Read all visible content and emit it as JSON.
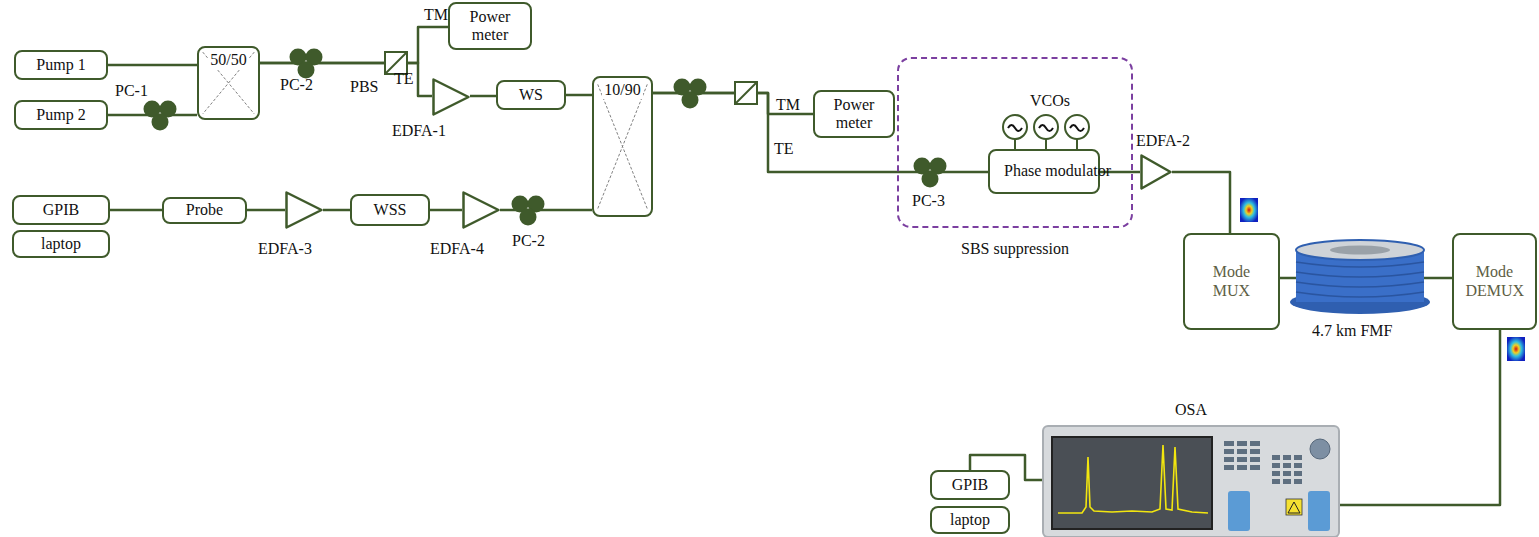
{
  "diagram": {
    "nodes": [
      {
        "text": [
          "Pump 1"
        ]
      },
      {
        "text": [
          "Pump 2"
        ]
      },
      {
        "text": [
          "50/50"
        ]
      },
      {
        "text": [
          "Power meter"
        ]
      },
      {
        "text": [
          "EDFA-1"
        ]
      },
      {
        "text": [
          "WS"
        ]
      },
      {
        "text": [
          "10/90"
        ]
      },
      {
        "text": [
          "Power meter"
        ]
      },
      {
        "text": [
          "SBS suppression"
        ]
      },
      {
        "text": [
          "Phase modulator"
        ],
        "in": 8
      },
      {
        "text": [
          "EDFA-2"
        ]
      },
      {
        "text": [
          "Mode MUX"
        ]
      },
      {
        "text": [
          "Mode DEMUX"
        ]
      },
      {
        "text": [
          "GPIB"
        ]
      },
      {
        "text": [
          "laptop"
        ]
      },
      {
        "text": [
          "Probe"
        ]
      },
      {
        "text": [
          "EDFA-3"
        ]
      },
      {
        "text": [
          "WSS"
        ]
      },
      {
        "text": [
          "EDFA-4"
        ]
      },
      {
        "text": [
          "OSA"
        ]
      },
      {
        "text": [
          "GPIB"
        ]
      },
      {
        "text": [
          "laptop"
        ]
      }
    ],
    "edges": [
      {
        "from": 0,
        "to": 2,
        "arrow": "none"
      },
      {
        "from": 1,
        "to": 2,
        "arrow": "none"
      },
      {
        "from": 2,
        "to": 3,
        "arrow": "none"
      },
      {
        "from": 2,
        "to": 4,
        "arrow": "none"
      },
      {
        "from": 4,
        "to": 5,
        "arrow": "none"
      },
      {
        "from": 5,
        "to": 6,
        "arrow": "none"
      },
      {
        "from": 6,
        "to": 7,
        "arrow": "none"
      },
      {
        "from": 6,
        "to": 9,
        "arrow": "none"
      },
      {
        "from": 9,
        "to": 10,
        "arrow": "none"
      },
      {
        "from": 10,
        "to": 11,
        "arrow": "none"
      },
      {
        "from": 11,
        "to": 12,
        "arrow": "none"
      },
      {
        "from": 12,
        "to": 19,
        "arrow": "none"
      },
      {
        "from": 13,
        "to": 15,
        "arrow": "none"
      },
      {
        "from": 15,
        "to": 16,
        "arrow": "none"
      },
      {
        "from": 16,
        "to": 17,
        "arrow": "none"
      },
      {
        "from": 17,
        "to": 18,
        "arrow": "none"
      },
      {
        "from": 18,
        "to": 6,
        "arrow": "none"
      },
      {
        "from": 20,
        "to": 19,
        "arrow": "none"
      }
    ],
    "labels": [
      "PC-1",
      "PC-2",
      "PBS",
      "TM",
      "TE",
      "TM",
      "TE",
      "VCOs",
      "PC-3",
      "4.7 km FMF",
      "PC-2"
    ]
  }
}
